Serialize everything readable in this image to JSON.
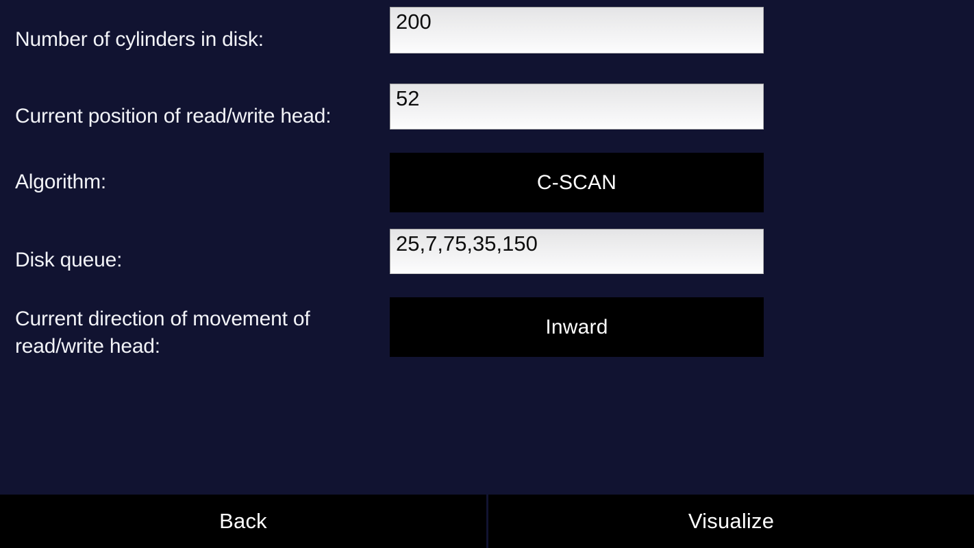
{
  "screen": {
    "background_color": "#111331",
    "field_text_color": "#0d0d0d",
    "label_color": "#f2f3f7",
    "button_color": "#000000",
    "button_text_color": "#ffffff"
  },
  "form": {
    "rows": [
      {
        "id": "cylinders",
        "label": "Number of cylinders in disk:",
        "control": "text",
        "value": "200",
        "placeholder": ""
      },
      {
        "id": "head-position",
        "label": "Current position of read/write head:",
        "control": "text",
        "value": "52",
        "placeholder": ""
      },
      {
        "id": "algorithm",
        "label": "Algorithm:",
        "control": "dropdown",
        "value": "C-SCAN"
      },
      {
        "id": "disk-queue",
        "label": "Disk queue:",
        "control": "text",
        "value": "25,7,75,35,150",
        "placeholder": ""
      },
      {
        "id": "direction",
        "label": "Current direction of movement of\nread/write head:",
        "control": "dropdown",
        "value": "Inward"
      }
    ]
  },
  "action_bar": {
    "back_label": "Back",
    "visualize_label": "Visualize"
  }
}
